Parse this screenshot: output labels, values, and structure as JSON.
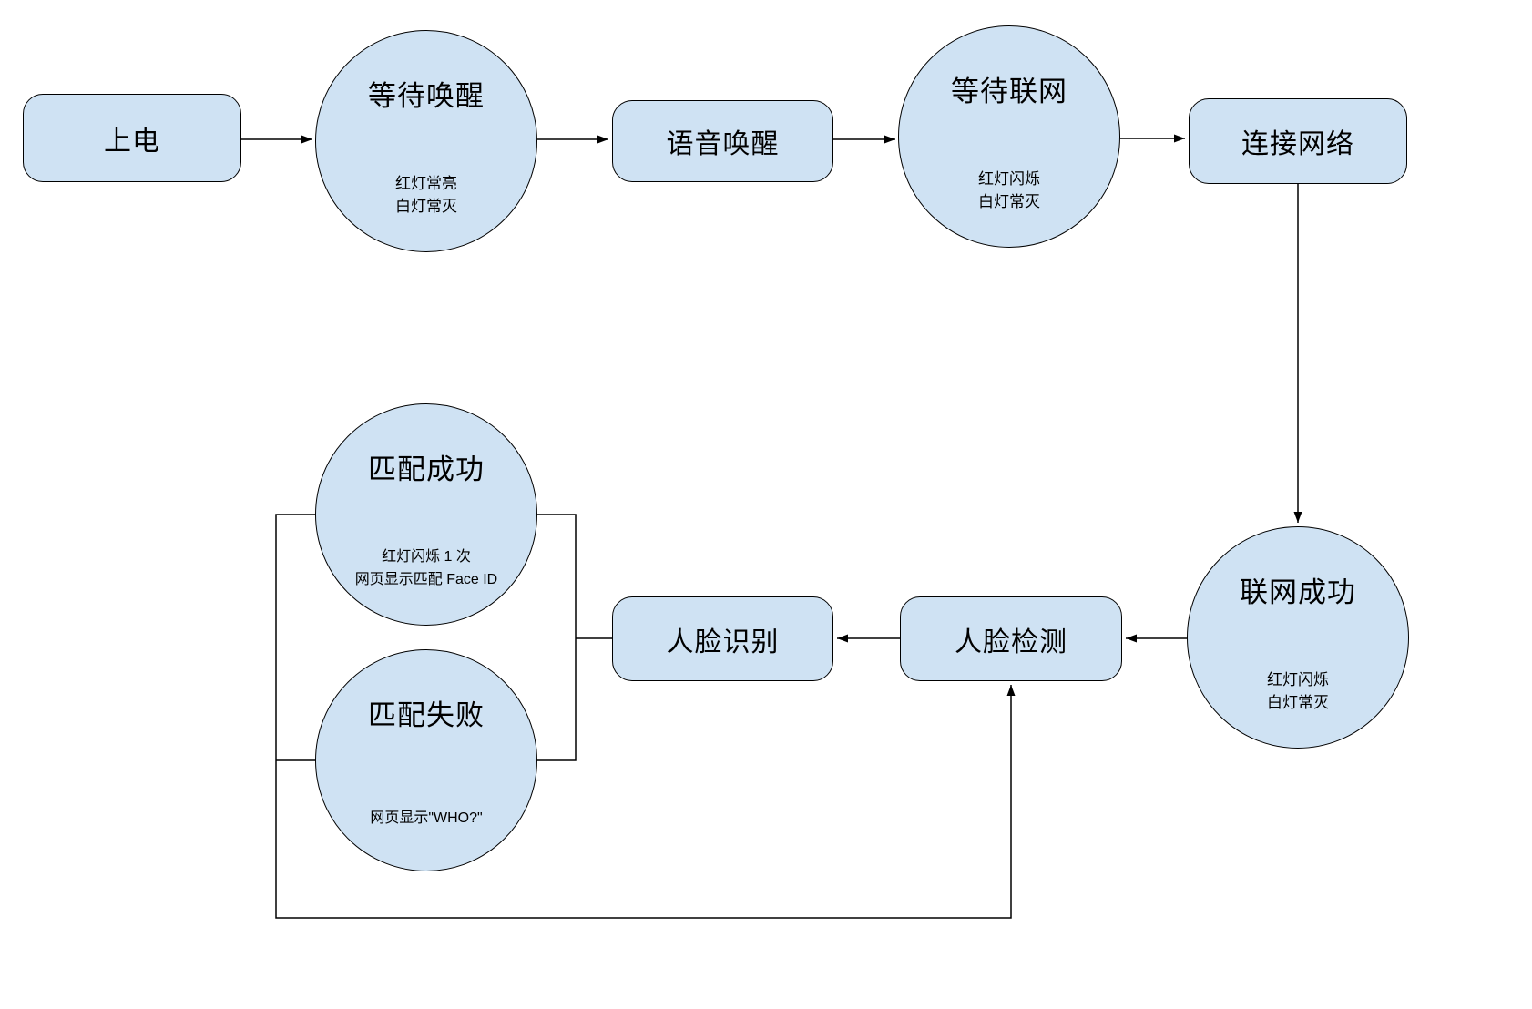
{
  "diagram": {
    "title": "device-boot-face-recognition-flowchart",
    "colors": {
      "background": "#ffffff",
      "node_fill": "#cfe2f3",
      "node_border": "#000000",
      "connector": "#000000"
    },
    "nodes": {
      "power_on": {
        "label": "上电"
      },
      "wait_wake": {
        "title": "等待唤醒",
        "line1": "红灯常亮",
        "line2": "白灯常灭"
      },
      "voice_wake": {
        "label": "语音唤醒"
      },
      "wait_network": {
        "title": "等待联网",
        "line1": "红灯闪烁",
        "line2": "白灯常灭"
      },
      "connect_network": {
        "label": "连接网络"
      },
      "network_success": {
        "title": "联网成功",
        "line1": "红灯闪烁",
        "line2": "白灯常灭"
      },
      "face_detect": {
        "label": "人脸检测"
      },
      "face_recognize": {
        "label": "人脸识别"
      },
      "match_success": {
        "title": "匹配成功",
        "line1": "红灯闪烁 1 次",
        "line2": "网页显示匹配 Face ID"
      },
      "match_fail": {
        "title": "匹配失败",
        "line1": "网页显示\"WHO?\""
      }
    }
  }
}
